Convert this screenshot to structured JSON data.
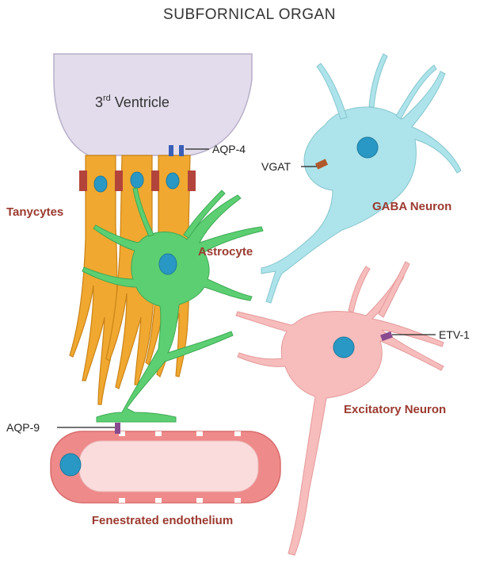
{
  "title": "SUBFORNICAL ORGAN",
  "labels": {
    "ventricle_prefix": "3",
    "ventricle_sup": "rd",
    "ventricle_suffix": " Ventricle",
    "aqp4": "AQP-4",
    "vgat": "VGAT",
    "gaba_neuron": "GABA Neuron",
    "tanycytes": "Tanycytes",
    "astrocyte": "Astrocyte",
    "etv1": "ETV-1",
    "excitatory_neuron": "Excitatory Neuron",
    "aqp9": "AQP-9",
    "endothelium": "Fenestrated endothelium"
  },
  "colors": {
    "ventricle": "#e3dcec",
    "tanycyte": "#f0a830",
    "astrocyte": "#5ccf72",
    "gaba": "#ade3ea",
    "excitatory": "#f7bcbc",
    "endothelium": "#ef8a8a",
    "endothelium_inner": "#fbdcdc",
    "nucleus": "#2a98c4",
    "aqp4_channel": "#3a5fb8",
    "vgat_marker": "#b0582b",
    "etv1_marker": "#8a4a90",
    "aqp9_channel": "#8a4a90",
    "junction": "#b3443b",
    "label_red": "#9b3a30"
  }
}
